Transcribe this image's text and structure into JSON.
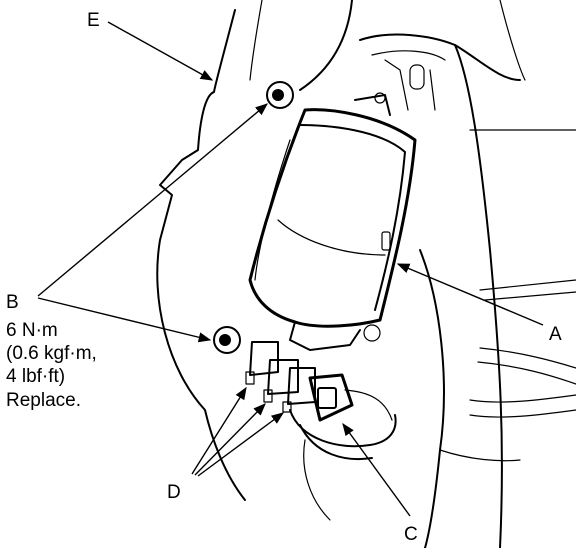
{
  "labels": {
    "a": "A",
    "b": "B",
    "c": "C",
    "d": "D",
    "e": "E"
  },
  "torque_note": {
    "line1": "6 N·m",
    "line2": "(0.6 kgf·m,",
    "line3": "4 lbf·ft)",
    "line4": "Replace."
  },
  "colors": {
    "ink": "#000000",
    "paper": "#ffffff"
  }
}
